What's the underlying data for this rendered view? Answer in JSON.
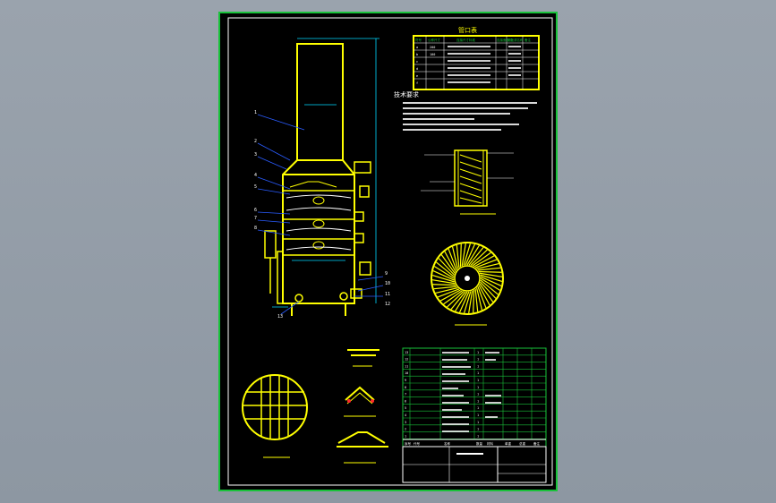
{
  "drawing": {
    "nozzle_table_title": "管口表",
    "tech_title": "技术要求",
    "nozzle_table": {
      "headers": [
        "符号",
        "公称尺寸",
        "连接尺寸标准",
        "连接面形式",
        "用途或名称",
        "备注"
      ],
      "rows": [
        [
          "a",
          "200",
          "",
          "",
          "",
          ""
        ],
        [
          "b",
          "100",
          "",
          "",
          "",
          ""
        ],
        [
          "c",
          "",
          "",
          "",
          "",
          ""
        ],
        [
          "d",
          "",
          "",
          "",
          "",
          ""
        ],
        [
          "e",
          "",
          "",
          "",
          "",
          ""
        ],
        [
          "f",
          "",
          "",
          "",
          "",
          ""
        ],
        [
          "g",
          "",
          "",
          "",
          "",
          ""
        ]
      ]
    },
    "parts_table": {
      "rows": [
        [
          "13",
          "",
          "1",
          ""
        ],
        [
          "12",
          "",
          "1",
          ""
        ],
        [
          "11",
          "",
          "1",
          ""
        ],
        [
          "10",
          "",
          "1",
          ""
        ],
        [
          "9",
          "",
          "1",
          ""
        ],
        [
          "8",
          "",
          "1",
          ""
        ],
        [
          "7",
          "",
          "1",
          ""
        ],
        [
          "6",
          "",
          "1",
          ""
        ],
        [
          "5",
          "",
          "1",
          ""
        ],
        [
          "4",
          "",
          "1",
          ""
        ],
        [
          "3",
          "",
          "1",
          ""
        ],
        [
          "2",
          "",
          "1",
          ""
        ],
        [
          "1",
          "",
          "1",
          ""
        ]
      ],
      "header": [
        "序号",
        "代号",
        "名称",
        "数量",
        "材料",
        "单重",
        "总重",
        "备注"
      ]
    },
    "balloons": [
      "1",
      "2",
      "3",
      "4",
      "5",
      "6",
      "7",
      "8",
      "9",
      "10",
      "11",
      "12",
      "13"
    ]
  }
}
